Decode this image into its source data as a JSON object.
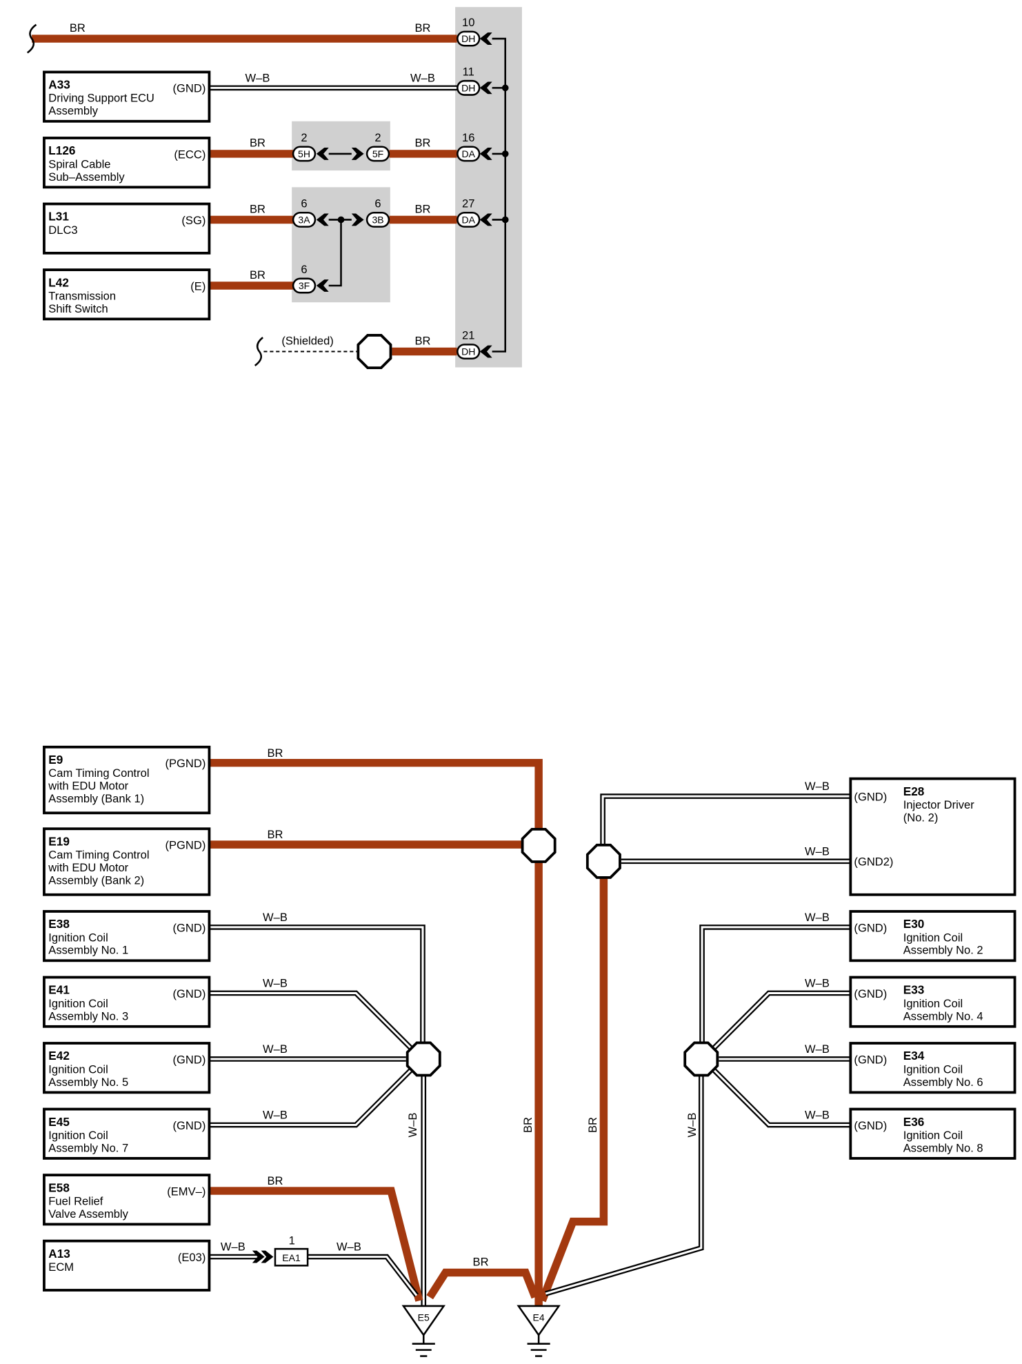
{
  "colors": {
    "br_wire": "#A3390F",
    "connector_block": "#D0D0D0"
  },
  "top": {
    "rows": [
      {
        "wire_left": "BR",
        "wire_right": "BR",
        "pin": "10",
        "connector": "DH"
      },
      {
        "device": {
          "code": "A33",
          "lines": [
            "Driving Support ECU",
            "Assembly"
          ],
          "terminal": "(GND)"
        },
        "wire_left": "W–B",
        "wire_right": "W–B",
        "pin": "11",
        "connector": "DH"
      },
      {
        "device": {
          "code": "L126",
          "lines": [
            "Spiral Cable",
            "Sub–Assembly"
          ],
          "terminal": "(ECC)"
        },
        "wire_left": "BR",
        "junction": {
          "in_pin": "2",
          "in_connector": "5H",
          "out_pin": "2",
          "out_connector": "5F"
        },
        "wire_right": "BR",
        "pin": "16",
        "connector": "DA"
      },
      {
        "device": {
          "code": "L31",
          "lines": [
            "DLC3"
          ],
          "terminal": "(SG)"
        },
        "wire_left": "BR",
        "junction": {
          "in_pin": "6",
          "in_connector": "3A",
          "out_pin": "6",
          "out_connector": "3B"
        },
        "wire_right": "BR",
        "pin": "27",
        "connector": "DA"
      },
      {
        "device": {
          "code": "L42",
          "lines": [
            "Transmission",
            "Shift Switch"
          ],
          "terminal": "(E)"
        },
        "wire_left": "BR",
        "junction": {
          "in_pin": "6",
          "in_connector": "3F"
        }
      },
      {
        "shield_label": "(Shielded)",
        "wire_right": "BR",
        "pin": "21",
        "connector": "DH"
      }
    ]
  },
  "bottom": {
    "left_devices": [
      {
        "code": "E9",
        "lines": [
          "Cam Timing Control",
          "with EDU Motor",
          "Assembly (Bank 1)"
        ],
        "terminal": "(PGND)",
        "wire": "BR"
      },
      {
        "code": "E19",
        "lines": [
          "Cam Timing Control",
          "with EDU Motor",
          "Assembly (Bank 2)"
        ],
        "terminal": "(PGND)",
        "wire": "BR"
      },
      {
        "code": "E38",
        "lines": [
          "Ignition Coil",
          "Assembly No. 1"
        ],
        "terminal": "(GND)",
        "wire": "W–B"
      },
      {
        "code": "E41",
        "lines": [
          "Ignition Coil",
          "Assembly No. 3"
        ],
        "terminal": "(GND)",
        "wire": "W–B"
      },
      {
        "code": "E42",
        "lines": [
          "Ignition Coil",
          "Assembly No. 5"
        ],
        "terminal": "(GND)",
        "wire": "W–B"
      },
      {
        "code": "E45",
        "lines": [
          "Ignition Coil",
          "Assembly No. 7"
        ],
        "terminal": "(GND)",
        "wire": "W–B"
      },
      {
        "code": "E58",
        "lines": [
          "Fuel Relief",
          "Valve Assembly"
        ],
        "terminal": "(EMV–)",
        "wire": "BR"
      },
      {
        "code": "A13",
        "lines": [
          "ECM"
        ],
        "terminal": "(E03)",
        "wire": "W–B"
      }
    ],
    "ecm_connector": {
      "pin": "1",
      "connector": "EA1",
      "wire_out": "W–B"
    },
    "right_devices": [
      {
        "code": "E28",
        "lines": [
          "Injector Driver",
          "(No. 2)"
        ],
        "terminals": [
          "(GND)",
          "(GND2)"
        ],
        "wires": [
          "W–B",
          "W–B"
        ]
      },
      {
        "code": "E30",
        "lines": [
          "Ignition Coil",
          "Assembly No. 2"
        ],
        "terminals": [
          "(GND)"
        ],
        "wires": [
          "W–B"
        ]
      },
      {
        "code": "E33",
        "lines": [
          "Ignition Coil",
          "Assembly No. 4"
        ],
        "terminals": [
          "(GND)"
        ],
        "wires": [
          "W–B"
        ]
      },
      {
        "code": "E34",
        "lines": [
          "Ignition Coil",
          "Assembly No. 6"
        ],
        "terminals": [
          "(GND)"
        ],
        "wires": [
          "W–B"
        ]
      },
      {
        "code": "E36",
        "lines": [
          "Ignition Coil",
          "Assembly No. 8"
        ],
        "terminals": [
          "(GND)"
        ],
        "wires": [
          "W–B"
        ]
      }
    ],
    "trunk_labels": {
      "e9_trunk": "BR",
      "e28_trunk": "BR",
      "left_splice_trunk": "W–B",
      "right_splice_trunk": "W–B"
    },
    "ground_link_wire": "BR",
    "grounds": [
      {
        "label": "E5"
      },
      {
        "label": "E4"
      }
    ]
  }
}
